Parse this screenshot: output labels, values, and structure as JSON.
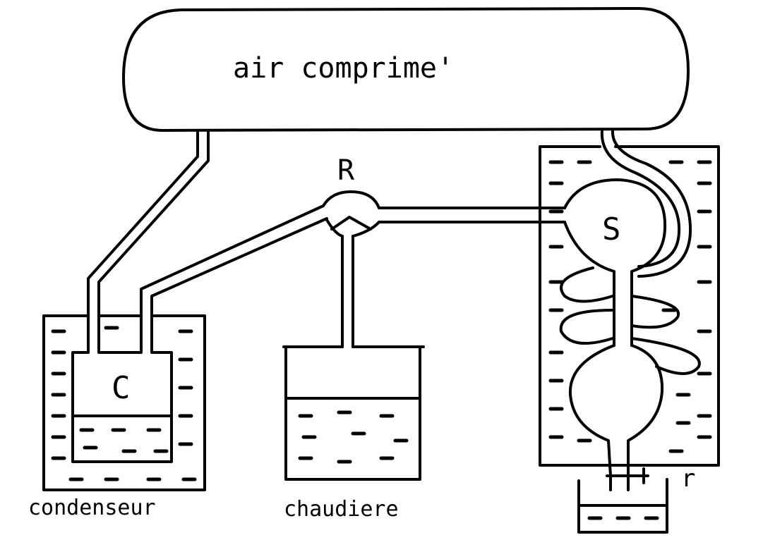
{
  "diagram": {
    "tank_label": "air comprime'",
    "valve_label": "R",
    "separator_label": "S",
    "condenser_vessel_label": "C",
    "condenser_label": "condenseur",
    "boiler_label": "chaudiere",
    "tap_label": "r",
    "ink_color": "#000000",
    "paper_color": "#ffffff"
  }
}
